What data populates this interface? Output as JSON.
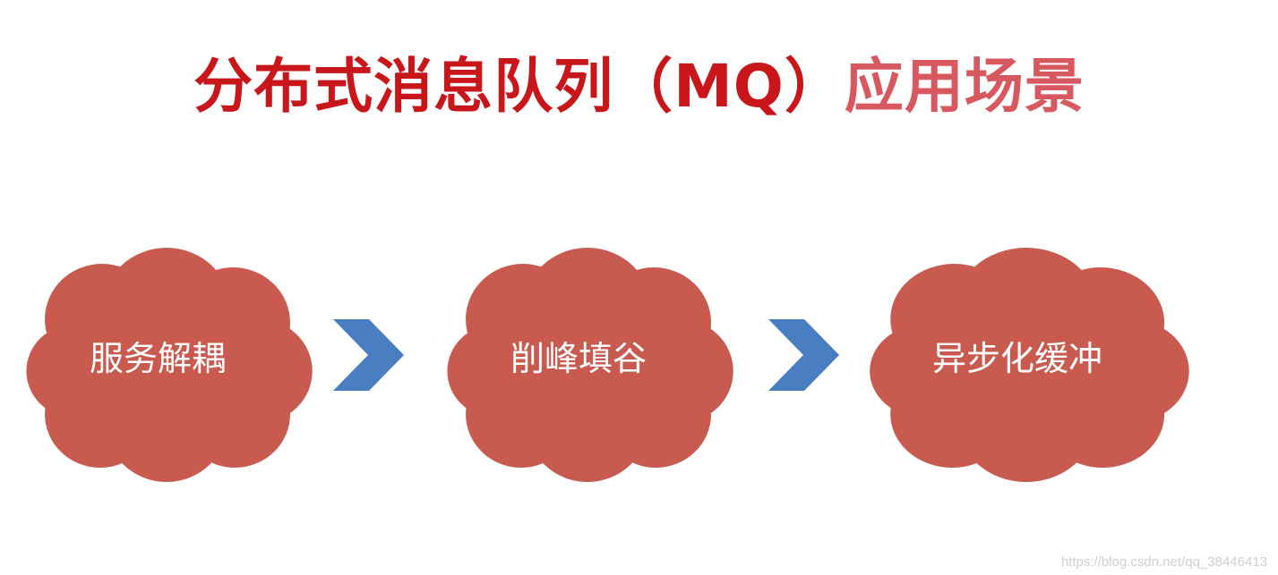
{
  "title": {
    "main": "分布式消息队列（MQ）",
    "sub": "应用场景"
  },
  "steps": [
    {
      "label": "服务解耦"
    },
    {
      "label": "削峰填谷"
    },
    {
      "label": "异步化缓冲"
    }
  ],
  "colors": {
    "title_main": "#c9161b",
    "title_sub": "#d85860",
    "cloud": "#c95a4f",
    "arrow": "#4a7ec2",
    "label": "#ffffff"
  },
  "watermark": "https://blog.csdn.net/qq_38446413"
}
